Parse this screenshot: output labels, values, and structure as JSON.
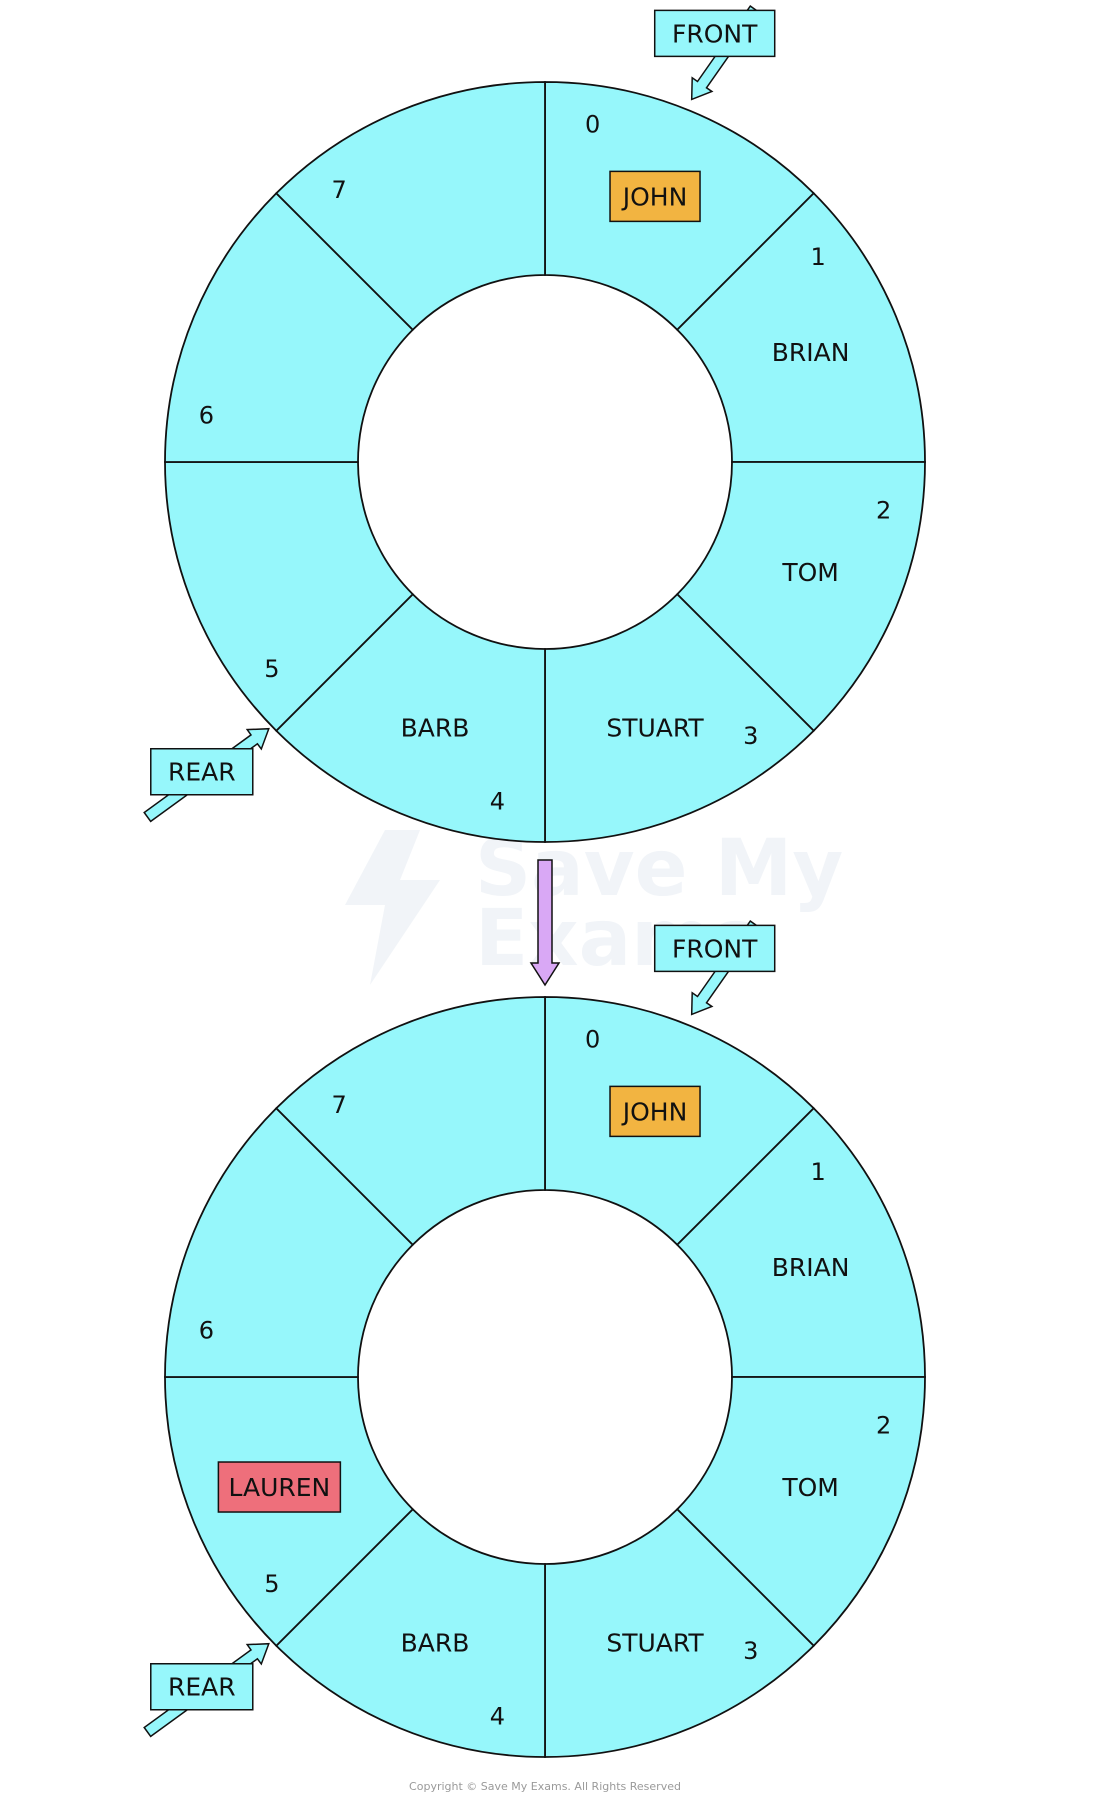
{
  "colors": {
    "ring_fill": "#96f7fb",
    "stroke": "#111111",
    "highlight_front": "#f2b441",
    "highlight_new": "#ee6f7b",
    "transition_arrow": "#d9a8f5",
    "pointer_fill": "#96f7fb"
  },
  "watermark": {
    "line1": "Save My",
    "line2": "Exams"
  },
  "copyright": "Copyright © Save My Exams. All Rights Reserved",
  "diagrams": [
    {
      "name": "before",
      "front_label": "FRONT",
      "rear_label": "REAR",
      "front_index": 0,
      "rear_index": 5,
      "segments": [
        {
          "index": "0",
          "value": "JOHN",
          "highlight": "front"
        },
        {
          "index": "1",
          "value": "BRIAN",
          "highlight": ""
        },
        {
          "index": "2",
          "value": "TOM",
          "highlight": ""
        },
        {
          "index": "3",
          "value": "STUART",
          "highlight": ""
        },
        {
          "index": "4",
          "value": "BARB",
          "highlight": ""
        },
        {
          "index": "5",
          "value": "",
          "highlight": ""
        },
        {
          "index": "6",
          "value": "",
          "highlight": ""
        },
        {
          "index": "7",
          "value": "",
          "highlight": ""
        }
      ]
    },
    {
      "name": "after",
      "front_label": "FRONT",
      "rear_label": "REAR",
      "front_index": 0,
      "rear_index": 5,
      "segments": [
        {
          "index": "0",
          "value": "JOHN",
          "highlight": "front"
        },
        {
          "index": "1",
          "value": "BRIAN",
          "highlight": ""
        },
        {
          "index": "2",
          "value": "TOM",
          "highlight": ""
        },
        {
          "index": "3",
          "value": "STUART",
          "highlight": ""
        },
        {
          "index": "4",
          "value": "BARB",
          "highlight": ""
        },
        {
          "index": "5",
          "value": "LAUREN",
          "highlight": "new"
        },
        {
          "index": "6",
          "value": "",
          "highlight": ""
        },
        {
          "index": "7",
          "value": "",
          "highlight": ""
        }
      ]
    }
  ]
}
